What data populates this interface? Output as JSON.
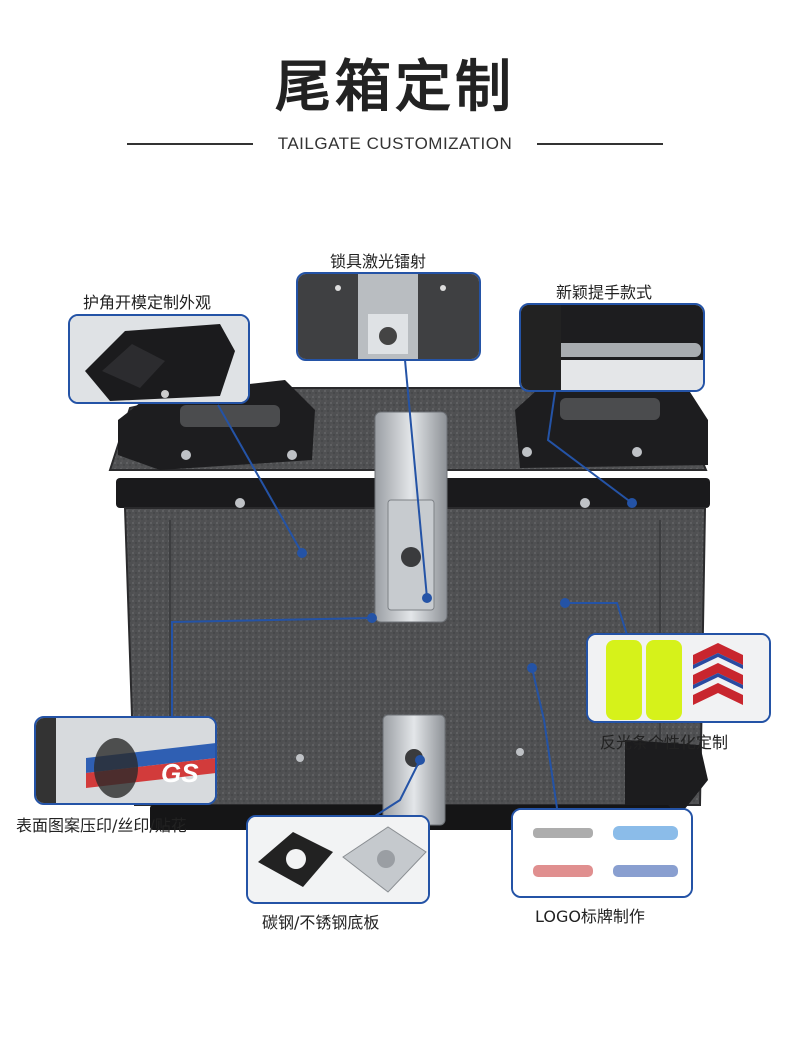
{
  "header": {
    "title": "尾箱定制",
    "subtitle": "TAILGATE CUSTOMIZATION"
  },
  "callouts": {
    "corner_protection": "护角开模定制外观",
    "laser_lock": "锁具激光镭射",
    "new_handle": "新颖提手款式",
    "reflective_strip": "反光条个性化定制",
    "surface_print": "表面图案压印/丝印/贴花",
    "base_plate": "碳钢/不锈钢底板",
    "logo_plate": "LOGO标牌制作"
  },
  "sticker": {
    "brand_text": "GS"
  },
  "colors": {
    "accent": "#2453a6",
    "box_body": "#4a4b4d",
    "box_trim": "#1c1c1e",
    "reflective_yellow": "#d6f21a",
    "reflective_red": "#c8262e"
  }
}
